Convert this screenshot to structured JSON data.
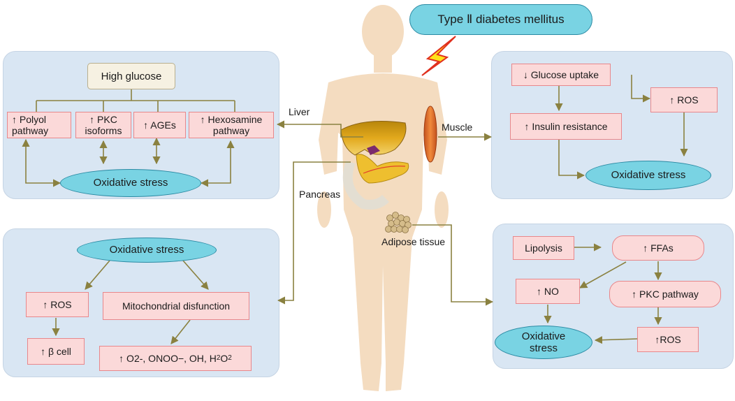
{
  "title": "Type Ⅱ diabetes mellitus",
  "organ_labels": {
    "liver": "Liver",
    "muscle": "Muscle",
    "pancreas": "Pancreas",
    "adipose": "Adipose tissue"
  },
  "liver_panel": {
    "high_glucose": "High glucose",
    "polyol": "↑ Polyol pathway",
    "pkc": "↑ PKC isoforms",
    "ages": "↑ AGEs",
    "hexosamine": "↑ Hexosamine pathway",
    "oxidative_stress": "Oxidative stress"
  },
  "muscle_panel": {
    "glucose_uptake": "↓ Glucose uptake",
    "ros": "↑ ROS",
    "insulin_resistance": "↑ Insulin resistance",
    "oxidative_stress": "Oxidative stress"
  },
  "pancreas_panel": {
    "oxidative_stress": "Oxidative stress",
    "ros": "↑ ROS",
    "mito": "Mitochondrial disfunction",
    "beta_cell": "↑ β cell",
    "radicals_prefix": "↑ O2-, ONOO−, OH, H",
    "radicals_sub1": "2",
    "radicals_mid": "O",
    "radicals_sub2": "2"
  },
  "adipose_panel": {
    "lipolysis": "Lipolysis",
    "ffas": "↑ FFAs",
    "no": "↑ NO",
    "pkc_pathway": "↑ PKC pathway",
    "oxidative_stress": "Oxidative stress",
    "ros": "↑ROS"
  },
  "colors": {
    "panel": "#d9e6f3",
    "box_fill": "#fbd9d9",
    "box_border": "#e8878b",
    "ellipse_fill": "#79d3e3",
    "arrow": "#8a8140",
    "body": "#f4dcc0"
  }
}
